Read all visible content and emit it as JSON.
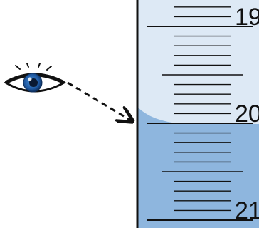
{
  "scale": {
    "labels": [
      "19",
      "20",
      "21"
    ],
    "minor_divisions_per_unit": 10
  },
  "liquid": {
    "meniscus_reading": 20.0
  },
  "viewer": {
    "icon": "eye-icon",
    "sight_line": "dashed-arrow"
  },
  "colors": {
    "air_region": "#dde9f5",
    "liquid_region": "#8eb6de",
    "tube_wall": "#111111",
    "iris": "#1f5aa3",
    "eye_outline": "#111111"
  }
}
